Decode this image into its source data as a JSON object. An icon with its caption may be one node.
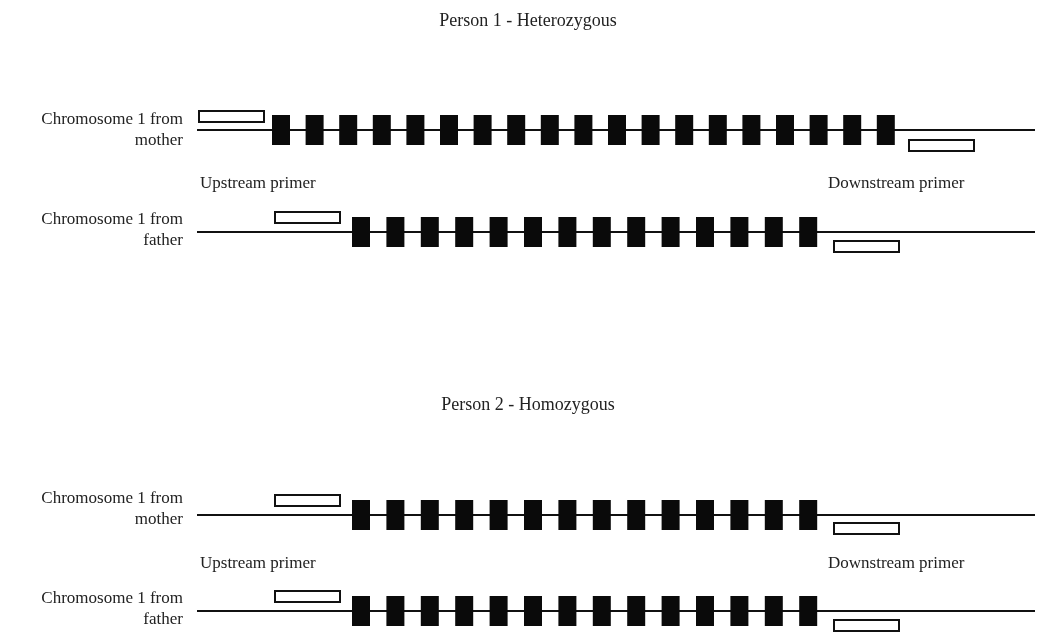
{
  "diagram": {
    "labels": [
      "Person 1 - Heterozygous",
      "Chromosome 1 from mother",
      "Upstream primer",
      "Downstream primer",
      "Chromosome 1 from father",
      "Person 2 - Homozygous",
      "Chromosome 1 from mother",
      "Upstream primer",
      "Downstream primer",
      "Chromosome 1 from father"
    ]
  }
}
